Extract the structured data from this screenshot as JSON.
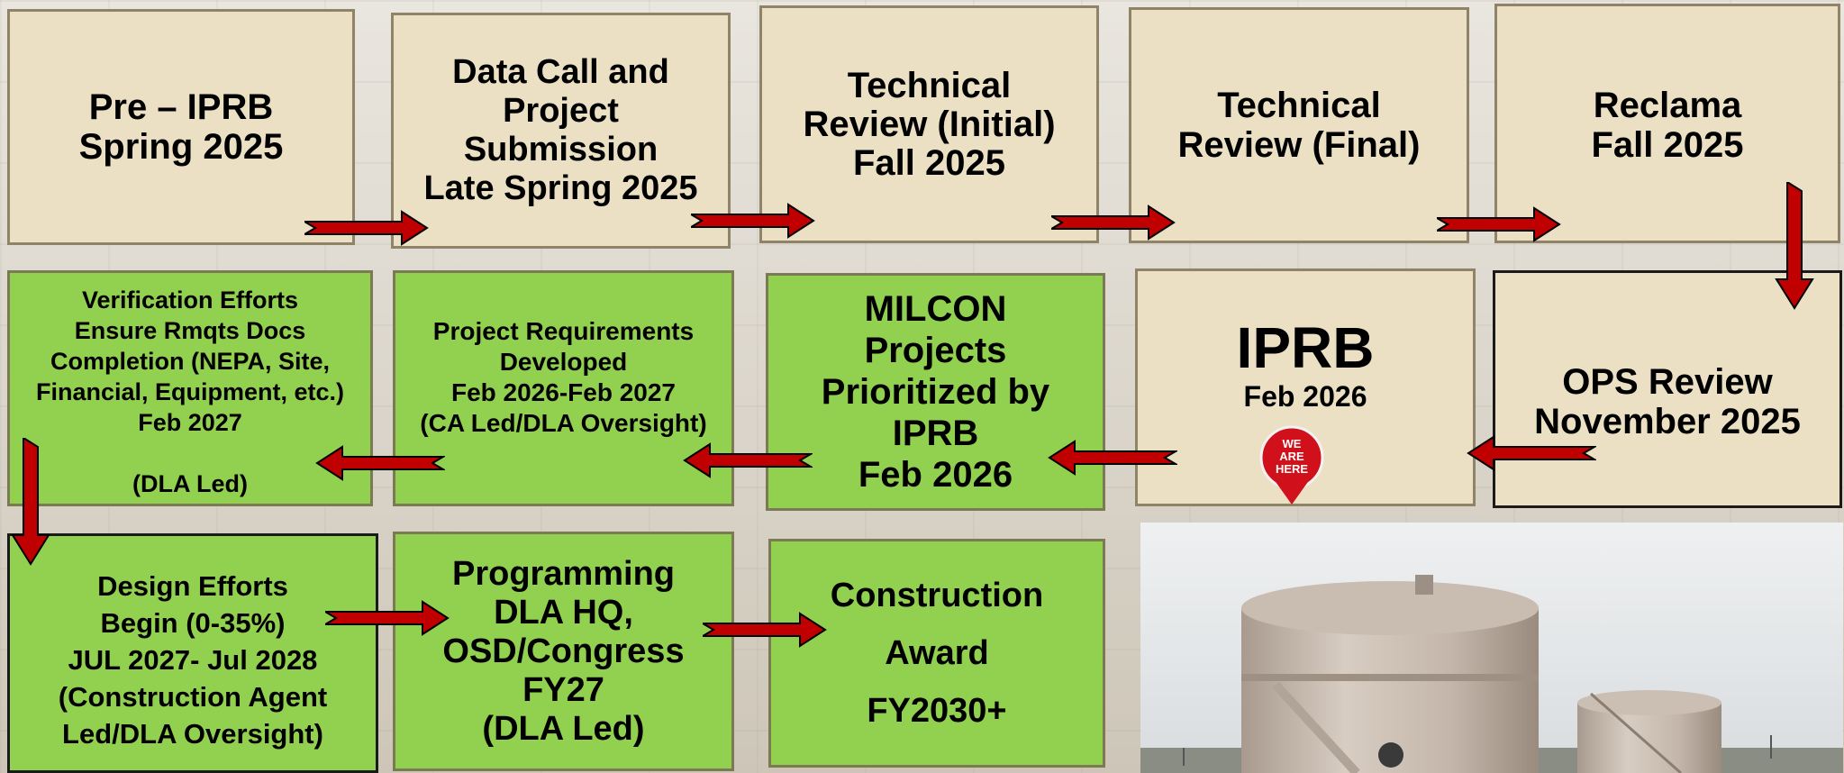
{
  "row1": {
    "pre_iprb": "Pre – IPRB\nSpring 2025",
    "data_call": "Data Call and\nProject\nSubmission\nLate Spring 2025",
    "tech_initial": "Technical\nReview (Initial)\nFall 2025",
    "tech_final": "Technical\nReview (Final)",
    "reclama": "Reclama\nFall 2025"
  },
  "row2": {
    "verification": "Verification Efforts\nEnsure Rmqts Docs\nCompletion (NEPA, Site,\nFinancial, Equipment, etc.)\nFeb 2027\n\n(DLA Led)",
    "project_requirements": "Project Requirements\nDeveloped\nFeb 2026-Feb 2027\n(CA Led/DLA Oversight)",
    "milcon": "MILCON\nProjects\nPrioritized by\nIPRB\nFeb 2026",
    "iprb_title": "IPRB",
    "iprb_date": "Feb 2026",
    "we_are_here": "WE\nARE\nHERE",
    "ops_review": "OPS Review\nNovember 2025"
  },
  "row3": {
    "design": "Design Efforts\nBegin (0-35%)\nJUL 2027- Jul 2028\n(Construction Agent\nLed/DLA Oversight)",
    "programming": "Programming\nDLA HQ,\nOSD/Congress\nFY27\n(DLA Led)",
    "construction": "Construction\nAward\nFY2030+"
  },
  "colors": {
    "beige": "#ebe0c3",
    "green": "#92d150",
    "arrow": "#c00000",
    "pin": "#d0101a"
  }
}
